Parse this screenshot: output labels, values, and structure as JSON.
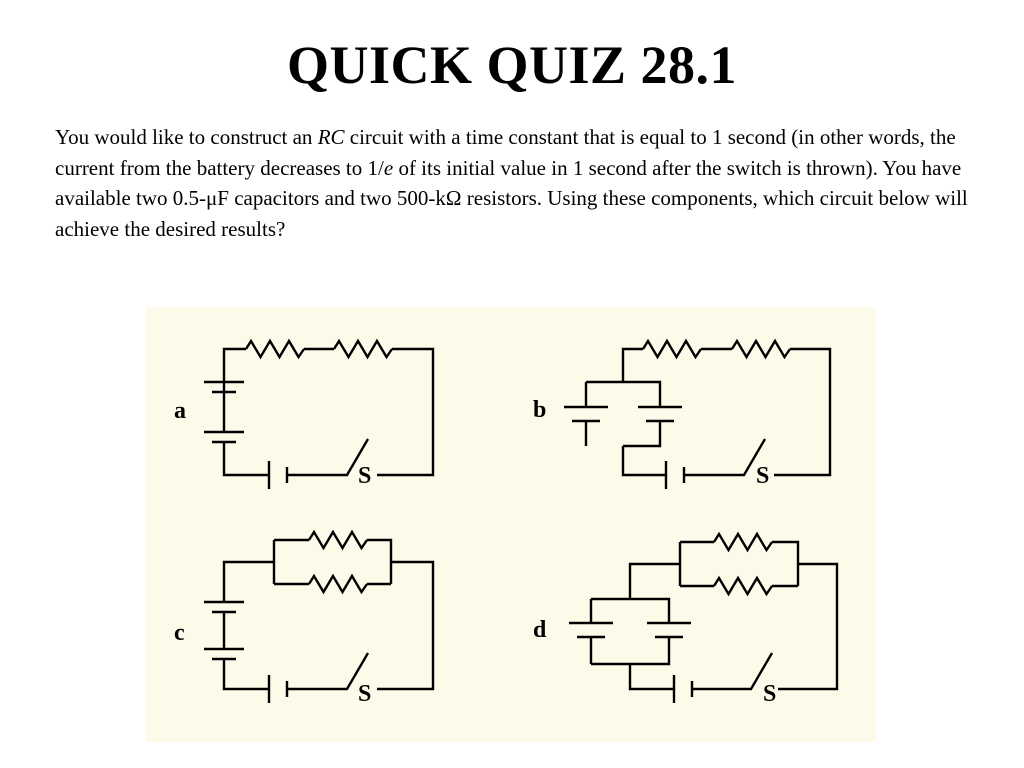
{
  "slide": {
    "title": "QUICK QUIZ 28.1",
    "question": {
      "p1": "You would like to construct an ",
      "rc": "RC",
      "p2": " circuit with a time constant that is equal to 1 second (in other words, the current from the battery decreases to 1/",
      "e": "e",
      "p3": " of its initial value in 1 second after the switch is thrown).  You have available two 0.5-μF capacitors and two 500-kΩ resistors.  Using these components, which circuit below will achieve the desired results?"
    }
  },
  "figure": {
    "background": "#fcfae9",
    "circuits": [
      {
        "label": "a",
        "switch_label": "S"
      },
      {
        "label": "b",
        "switch_label": "S"
      },
      {
        "label": "c",
        "switch_label": "S"
      },
      {
        "label": "d",
        "switch_label": "S"
      }
    ]
  }
}
